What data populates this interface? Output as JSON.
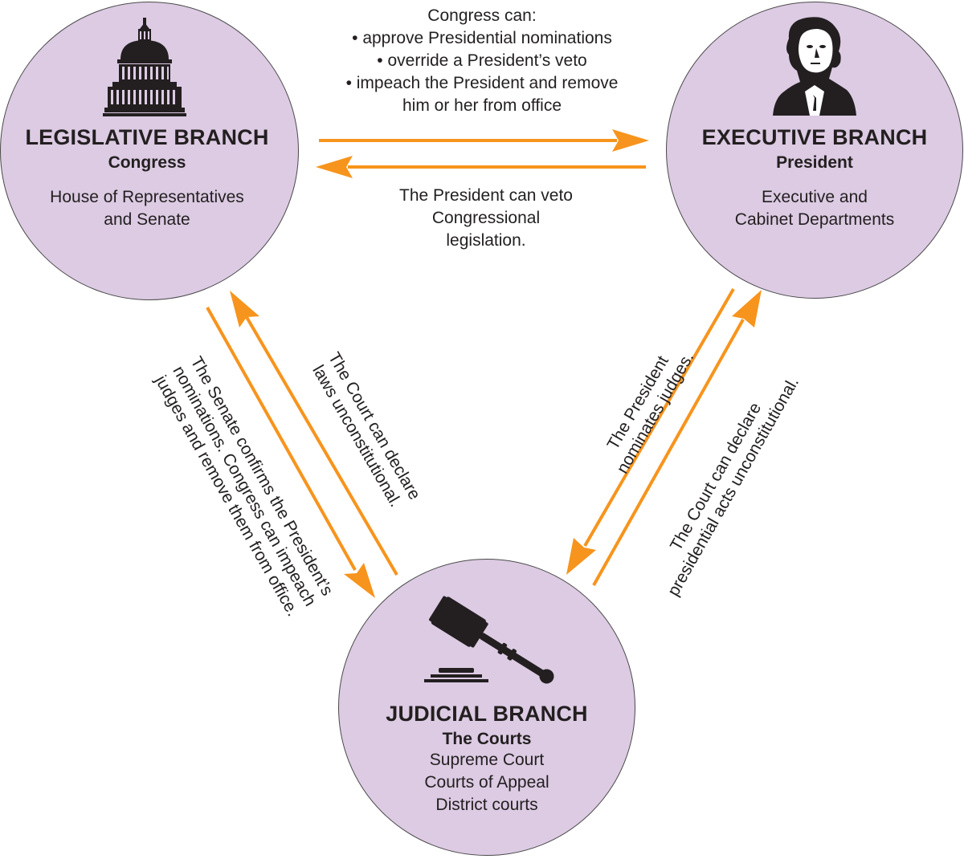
{
  "legislative": {
    "title": "LEGISLATIVE BRANCH",
    "subtitle": "Congress",
    "desc_line1": "House of Representatives",
    "desc_line2": "and Senate",
    "icon": "capitol-dome-icon"
  },
  "executive": {
    "title": "EXECUTIVE BRANCH",
    "subtitle": "President",
    "desc_line1": "Executive and",
    "desc_line2": "Cabinet Departments",
    "icon": "george-washington-portrait-icon"
  },
  "judicial": {
    "title": "JUDICIAL BRANCH",
    "subtitle": "The Courts",
    "desc_line1": "Supreme Court",
    "desc_line2": "Courts of Appeal",
    "desc_line3": "District courts",
    "icon": "gavel-icon"
  },
  "notes": {
    "congress_can": {
      "line1": "Congress can:",
      "line2": "• approve Presidential nominations",
      "line3": "• override a President’s veto",
      "line4": "• impeach the President and remove",
      "line5": "him or her from office"
    },
    "president_veto": {
      "line1": "The President can veto",
      "line2": "Congressional",
      "line3": "legislation."
    },
    "senate_confirms": {
      "line1": "The Senate confirms the President’s",
      "line2": "nominations. Congress can impeach",
      "line3": "judges and remove them from office."
    },
    "court_laws": {
      "line1": "The Court can declare",
      "line2": "laws unconstitutional."
    },
    "president_nominates": {
      "line1": "The President",
      "line2": "nominates judges."
    },
    "court_acts": {
      "line1": "The Court can declare",
      "line2": "presidential acts unconstitutional."
    }
  },
  "colors": {
    "circle_fill": "#dccbe3",
    "arrow": "#f7941d",
    "text": "#231f20"
  }
}
